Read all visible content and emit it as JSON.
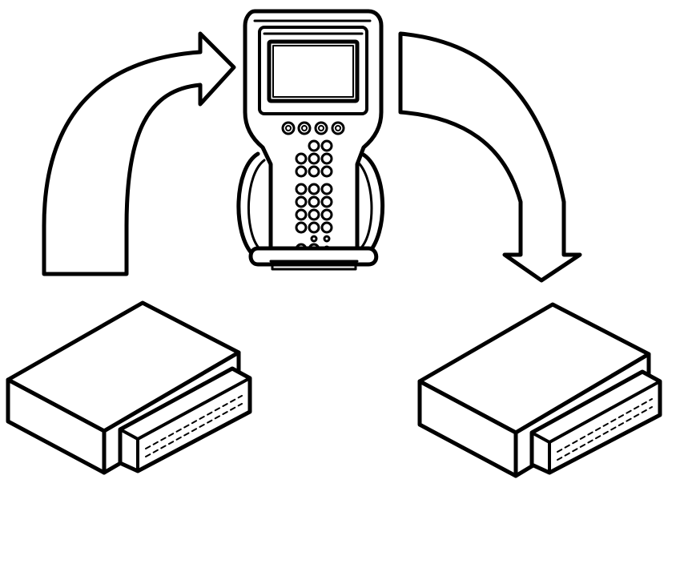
{
  "figure": {
    "kind": "programming-transfer-diagram",
    "colors": {
      "ink": "#000000",
      "paper": "#ffffff"
    },
    "parts": {
      "scan_tool": "handheld-scan-tool",
      "source_module": "control-module-source",
      "target_module": "control-module-target",
      "upload_arrow": "curved-arrow-up-right",
      "download_arrow": "curved-arrow-down"
    }
  }
}
